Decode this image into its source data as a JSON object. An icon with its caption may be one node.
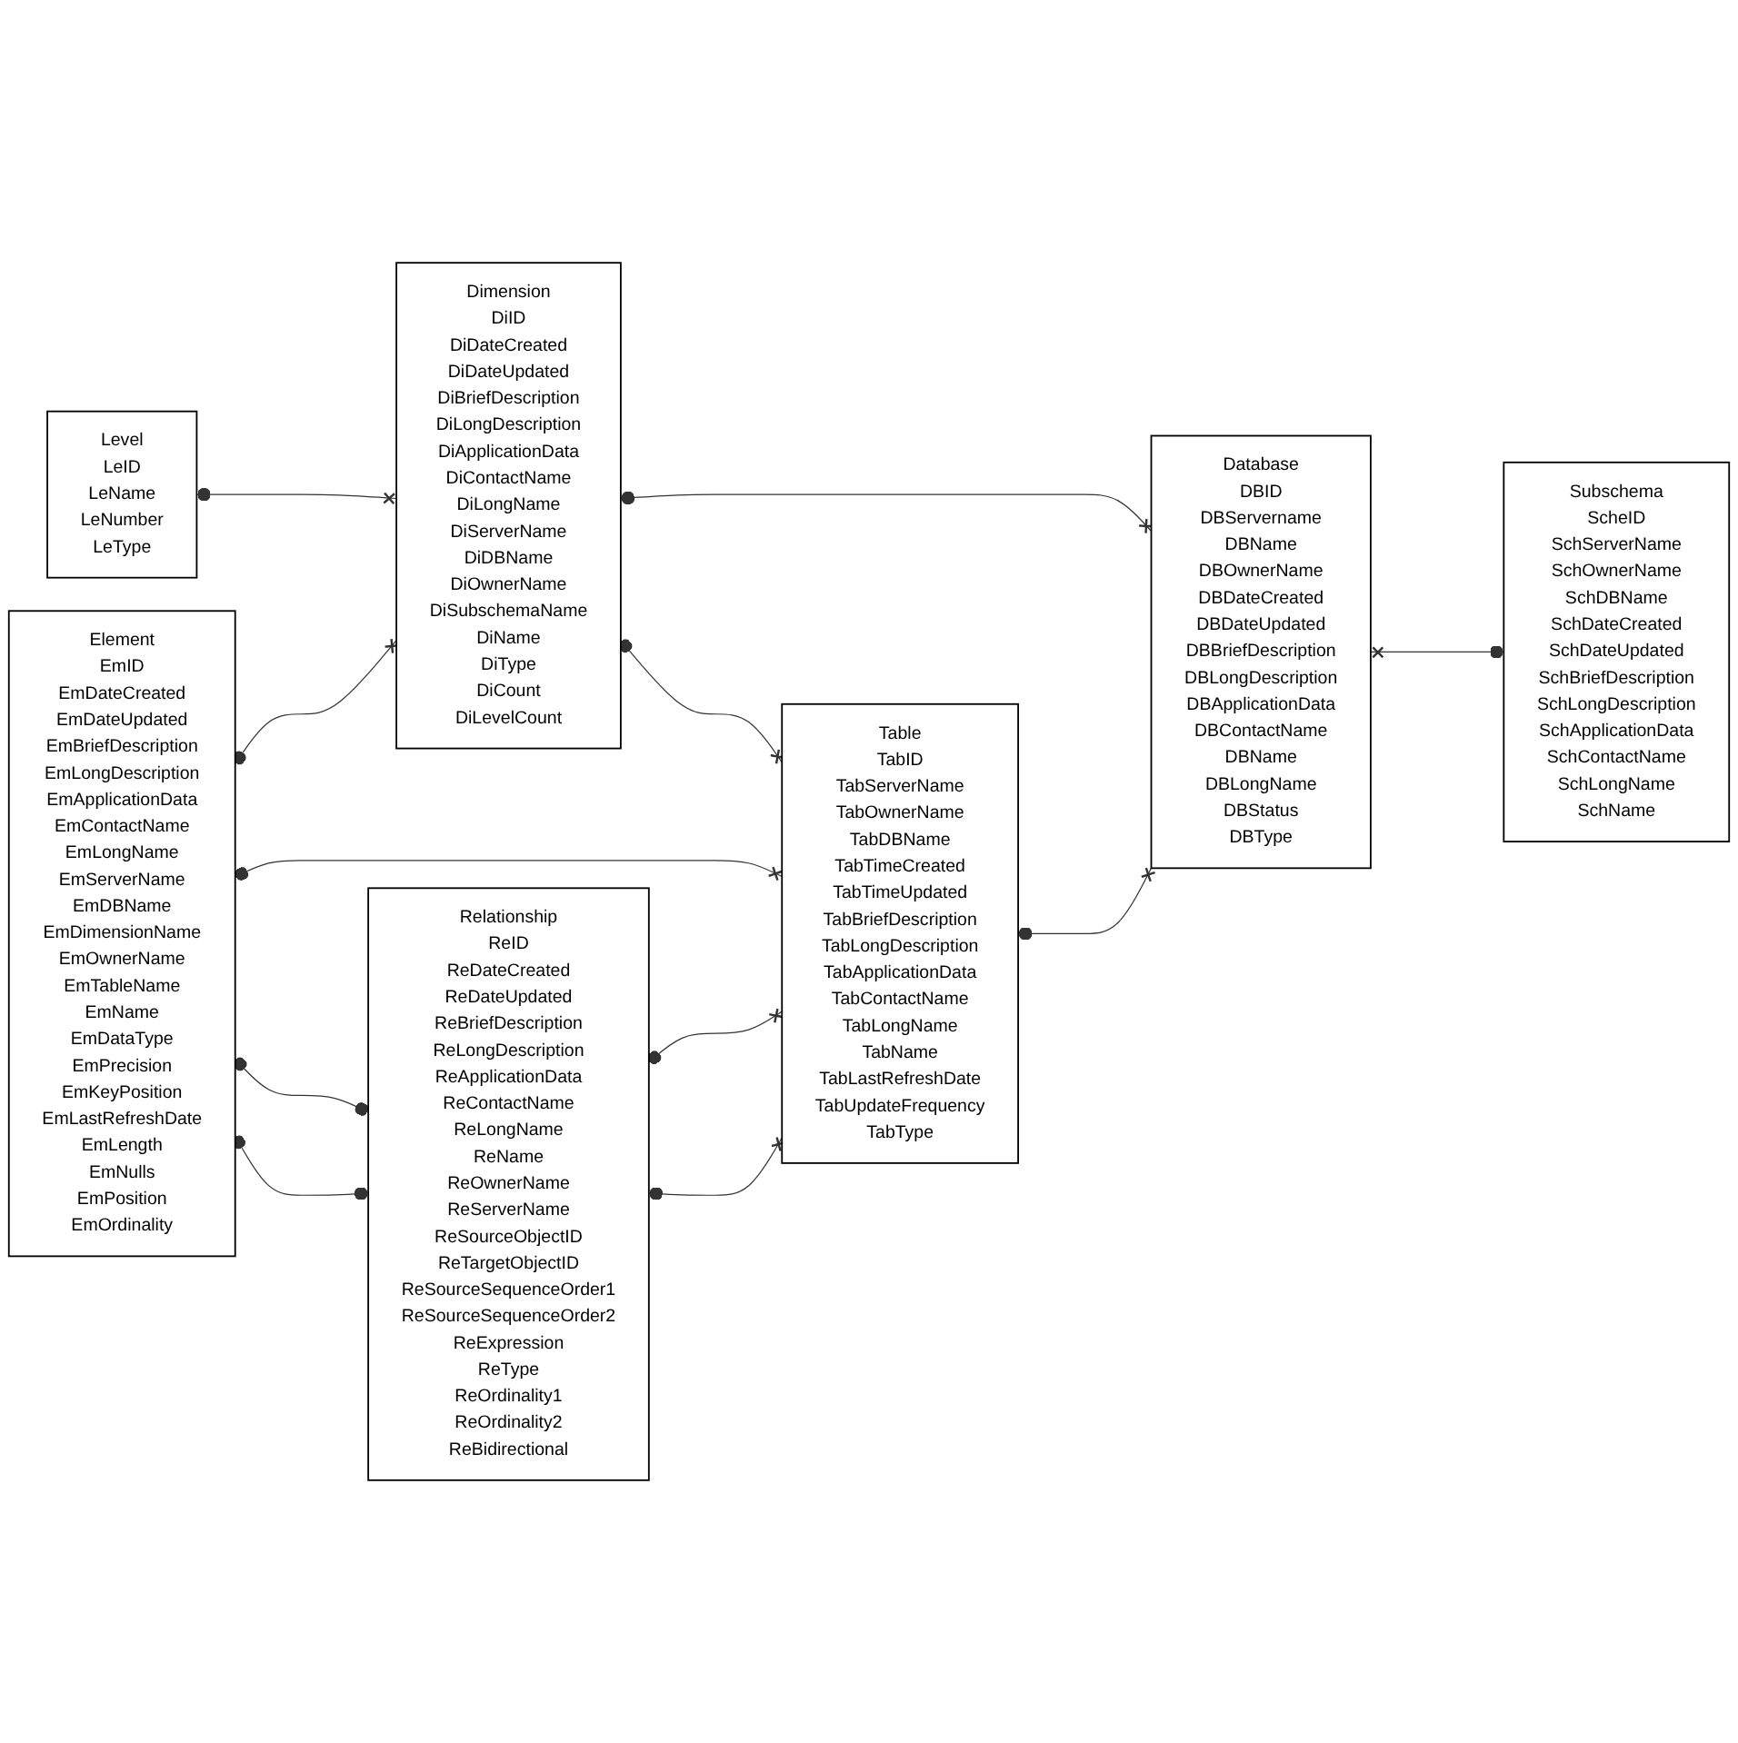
{
  "diagram": {
    "nodes": [
      {
        "text": [
          "Level",
          "LeID",
          "LeName",
          "LeNumber",
          "LeType"
        ]
      },
      {
        "text": [
          "Dimension",
          "DiID",
          "DiDateCreated",
          "DiDateUpdated",
          "DiBriefDescription",
          "DiLongDescription",
          "DiApplicationData",
          "DiContactName",
          "DiLongName",
          "DiServerName",
          "DiDBName",
          "DiOwnerName",
          "DiSubschemaName",
          "DiName",
          "DiType",
          "DiCount",
          "DiLevelCount"
        ]
      },
      {
        "text": [
          "Table",
          "TabID",
          "TabServerName",
          "TabOwnerName",
          "TabDBName",
          "TabTimeCreated",
          "TabTimeUpdated",
          "TabBriefDescription",
          "TabLongDescription",
          "TabApplicationData",
          "TabContactName",
          "TabLongName",
          "TabName",
          "TabLastRefreshDate",
          "TabUpdateFrequency",
          "TabType"
        ]
      },
      {
        "text": [
          "Database",
          "DBID",
          "DBServername",
          "DBName",
          "DBOwnerName",
          "DBDateCreated",
          "DBDateUpdated",
          "DBBriefDescription",
          "DBLongDescription",
          "DBApplicationData",
          "DBContactName",
          "DBName",
          "DBLongName",
          "DBStatus",
          "DBType"
        ]
      },
      {
        "text": [
          "Element",
          "EmID",
          "EmDateCreated",
          "EmDateUpdated",
          "EmBriefDescription",
          "EmLongDescription",
          "EmApplicationData",
          "EmContactName",
          "EmLongName",
          "EmServerName",
          "EmDBName",
          "EmDimensionName",
          "EmOwnerName",
          "EmTableName",
          "EmName",
          "EmDataType",
          "EmPrecision",
          "EmKeyPosition",
          "EmLastRefreshDate",
          "EmLength",
          "EmNulls",
          "EmPosition",
          "EmOrdinality"
        ]
      },
      {
        "text": [
          "Relationship",
          "ReID",
          "ReDateCreated",
          "ReDateUpdated",
          "ReBriefDescription",
          "ReLongDescription",
          "ReApplicationData",
          "ReContactName",
          "ReLongName",
          "ReName",
          "ReOwnerName",
          "ReServerName",
          "ReSourceObjectID",
          "ReTargetObjectID",
          "ReSourceSequenceOrder1",
          "ReSourceSequenceOrder2",
          "ReExpression",
          "ReType",
          "ReOrdinality1",
          "ReOrdinality2",
          "ReBidirectional"
        ]
      },
      {
        "text": [
          "Subschema",
          "ScheID",
          "SchServerName",
          "SchOwnerName",
          "SchDBName",
          "SchDateCreated",
          "SchDateUpdated",
          "SchBriefDescription",
          "SchLongDescription",
          "SchApplicationData",
          "SchContactName",
          "SchLongName",
          "SchName"
        ]
      }
    ],
    "edges": [
      {
        "from": 0,
        "to": 1,
        "arrow": "other"
      },
      {
        "from": 1,
        "to": 3,
        "arrow": "other"
      },
      {
        "from": 1,
        "to": 2,
        "arrow": "other"
      },
      {
        "from": 4,
        "to": 1,
        "arrow": "other"
      },
      {
        "from": 2,
        "to": 3,
        "arrow": "other"
      },
      {
        "from": 3,
        "to": 6,
        "arrow": "other"
      },
      {
        "from": 4,
        "to": 2,
        "arrow": "other"
      },
      {
        "from": 4,
        "to": 5,
        "arrow": "other"
      },
      {
        "from": 4,
        "to": 5,
        "arrow": "other"
      },
      {
        "from": 5,
        "to": 2,
        "arrow": "other"
      },
      {
        "from": 5,
        "to": 2,
        "arrow": "other"
      }
    ]
  }
}
